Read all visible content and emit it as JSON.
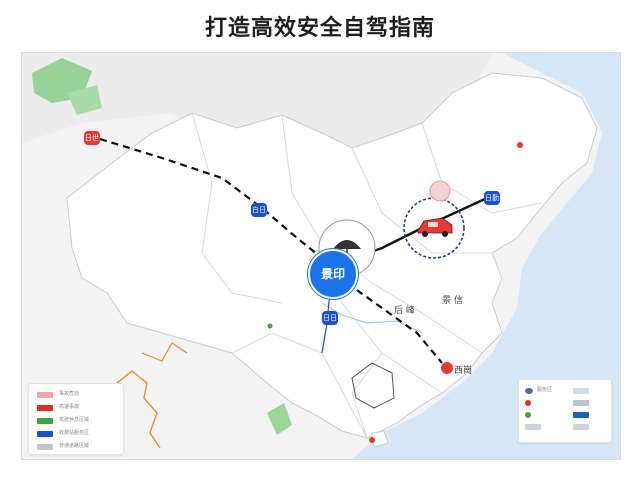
{
  "title": "打造高效安全自驾指南",
  "hub": {
    "label": "景印",
    "color": "#1a73e8",
    "icon": "umbrella-icon"
  },
  "markers": [
    {
      "label": "日世",
      "color": "#e53935"
    },
    {
      "label": "白日",
      "color": "#1a4fd6"
    },
    {
      "label": "日勤",
      "color": "#1a4fd6"
    },
    {
      "label": "日日",
      "color": "#1a4fd6"
    },
    {
      "label": "西崗",
      "color": "#e53935"
    }
  ],
  "place_labels": [
    "后 峰",
    "景 信"
  ],
  "car": {
    "icon": "red-car-icon",
    "color": "#e53935"
  },
  "legend_left": [
    {
      "color": "#f2a8a8",
      "text": "事故危险"
    },
    {
      "color": "#d93025",
      "text": "高速事故"
    },
    {
      "color": "#43a047",
      "text": "驾驶休息区域"
    },
    {
      "color": "#1a4fd6",
      "text": "收费站服务区"
    },
    {
      "color": "#bfc7d1",
      "text": "普通道路区域"
    }
  ],
  "legend_right": [
    {
      "color": "#5a6b8c",
      "text": "服务区"
    },
    {
      "color": "#cfdcee",
      "text": ""
    },
    {
      "color": "#d93025",
      "text": ""
    },
    {
      "color": "#bfc4ca",
      "text": ""
    },
    {
      "color": "#43a047",
      "text": ""
    },
    {
      "color": "#1565c0",
      "text": ""
    },
    {
      "color": "#cfd3d8",
      "text": ""
    },
    {
      "color": "#cfd3d8",
      "text": ""
    }
  ],
  "colors": {
    "land": "#ffffff",
    "sea": "#d6e6f5",
    "route_dashed": "#111111",
    "route_solid": "#111111",
    "river": "#e0912f",
    "green": "#7cc47f"
  }
}
